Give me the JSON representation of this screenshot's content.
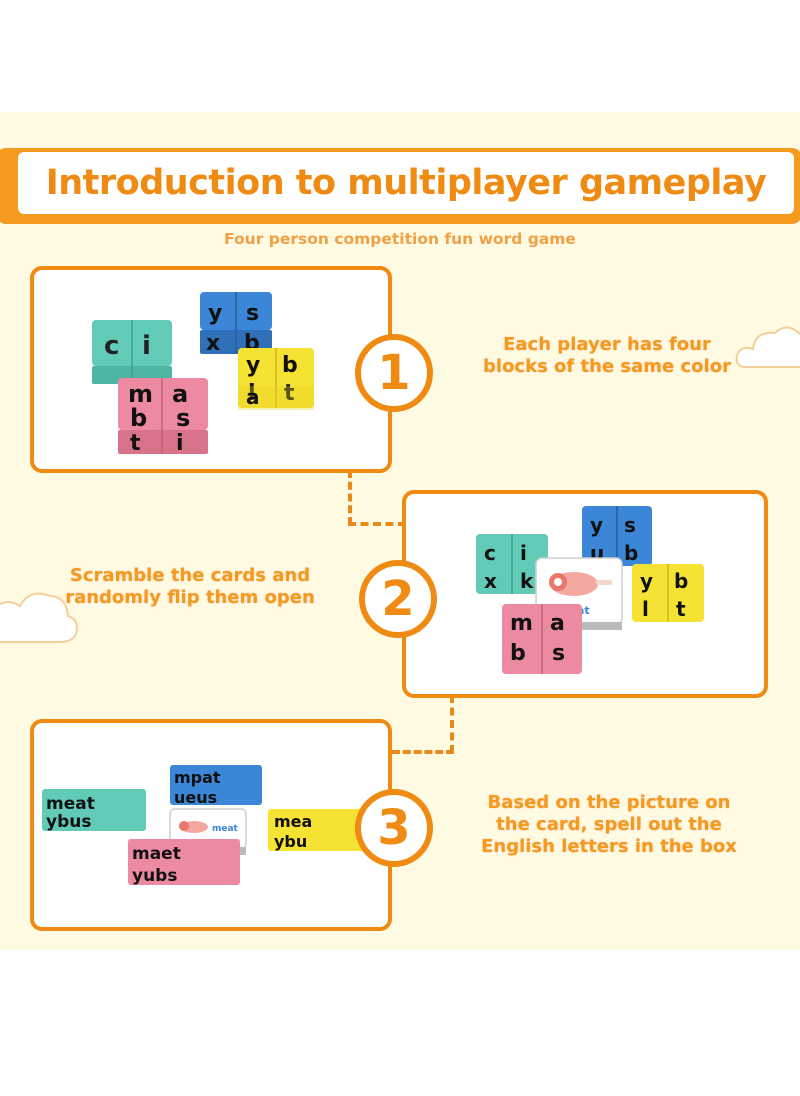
{
  "header": {
    "title": "Introduction to multiplayer gameplay",
    "subtitle": "Four person competition fun word game"
  },
  "steps": [
    {
      "number": "1",
      "text": "Each player has four blocks of the same color"
    },
    {
      "number": "2",
      "text": "Scramble the cards and randomly flip them open"
    },
    {
      "number": "3",
      "text": "Based on the picture on the card, spell out the English letters in the box"
    }
  ],
  "card": {
    "word": "meat"
  },
  "colors": {
    "accent": "#ef8b13",
    "panel_bg": "#fffbe2",
    "teal_block": "#62cbb8",
    "blue_block": "#3b86d6",
    "yellow_block": "#f6e233",
    "pink_block": "#ec8aa2"
  },
  "icons": [
    "cloud-icon",
    "meat-icon"
  ]
}
